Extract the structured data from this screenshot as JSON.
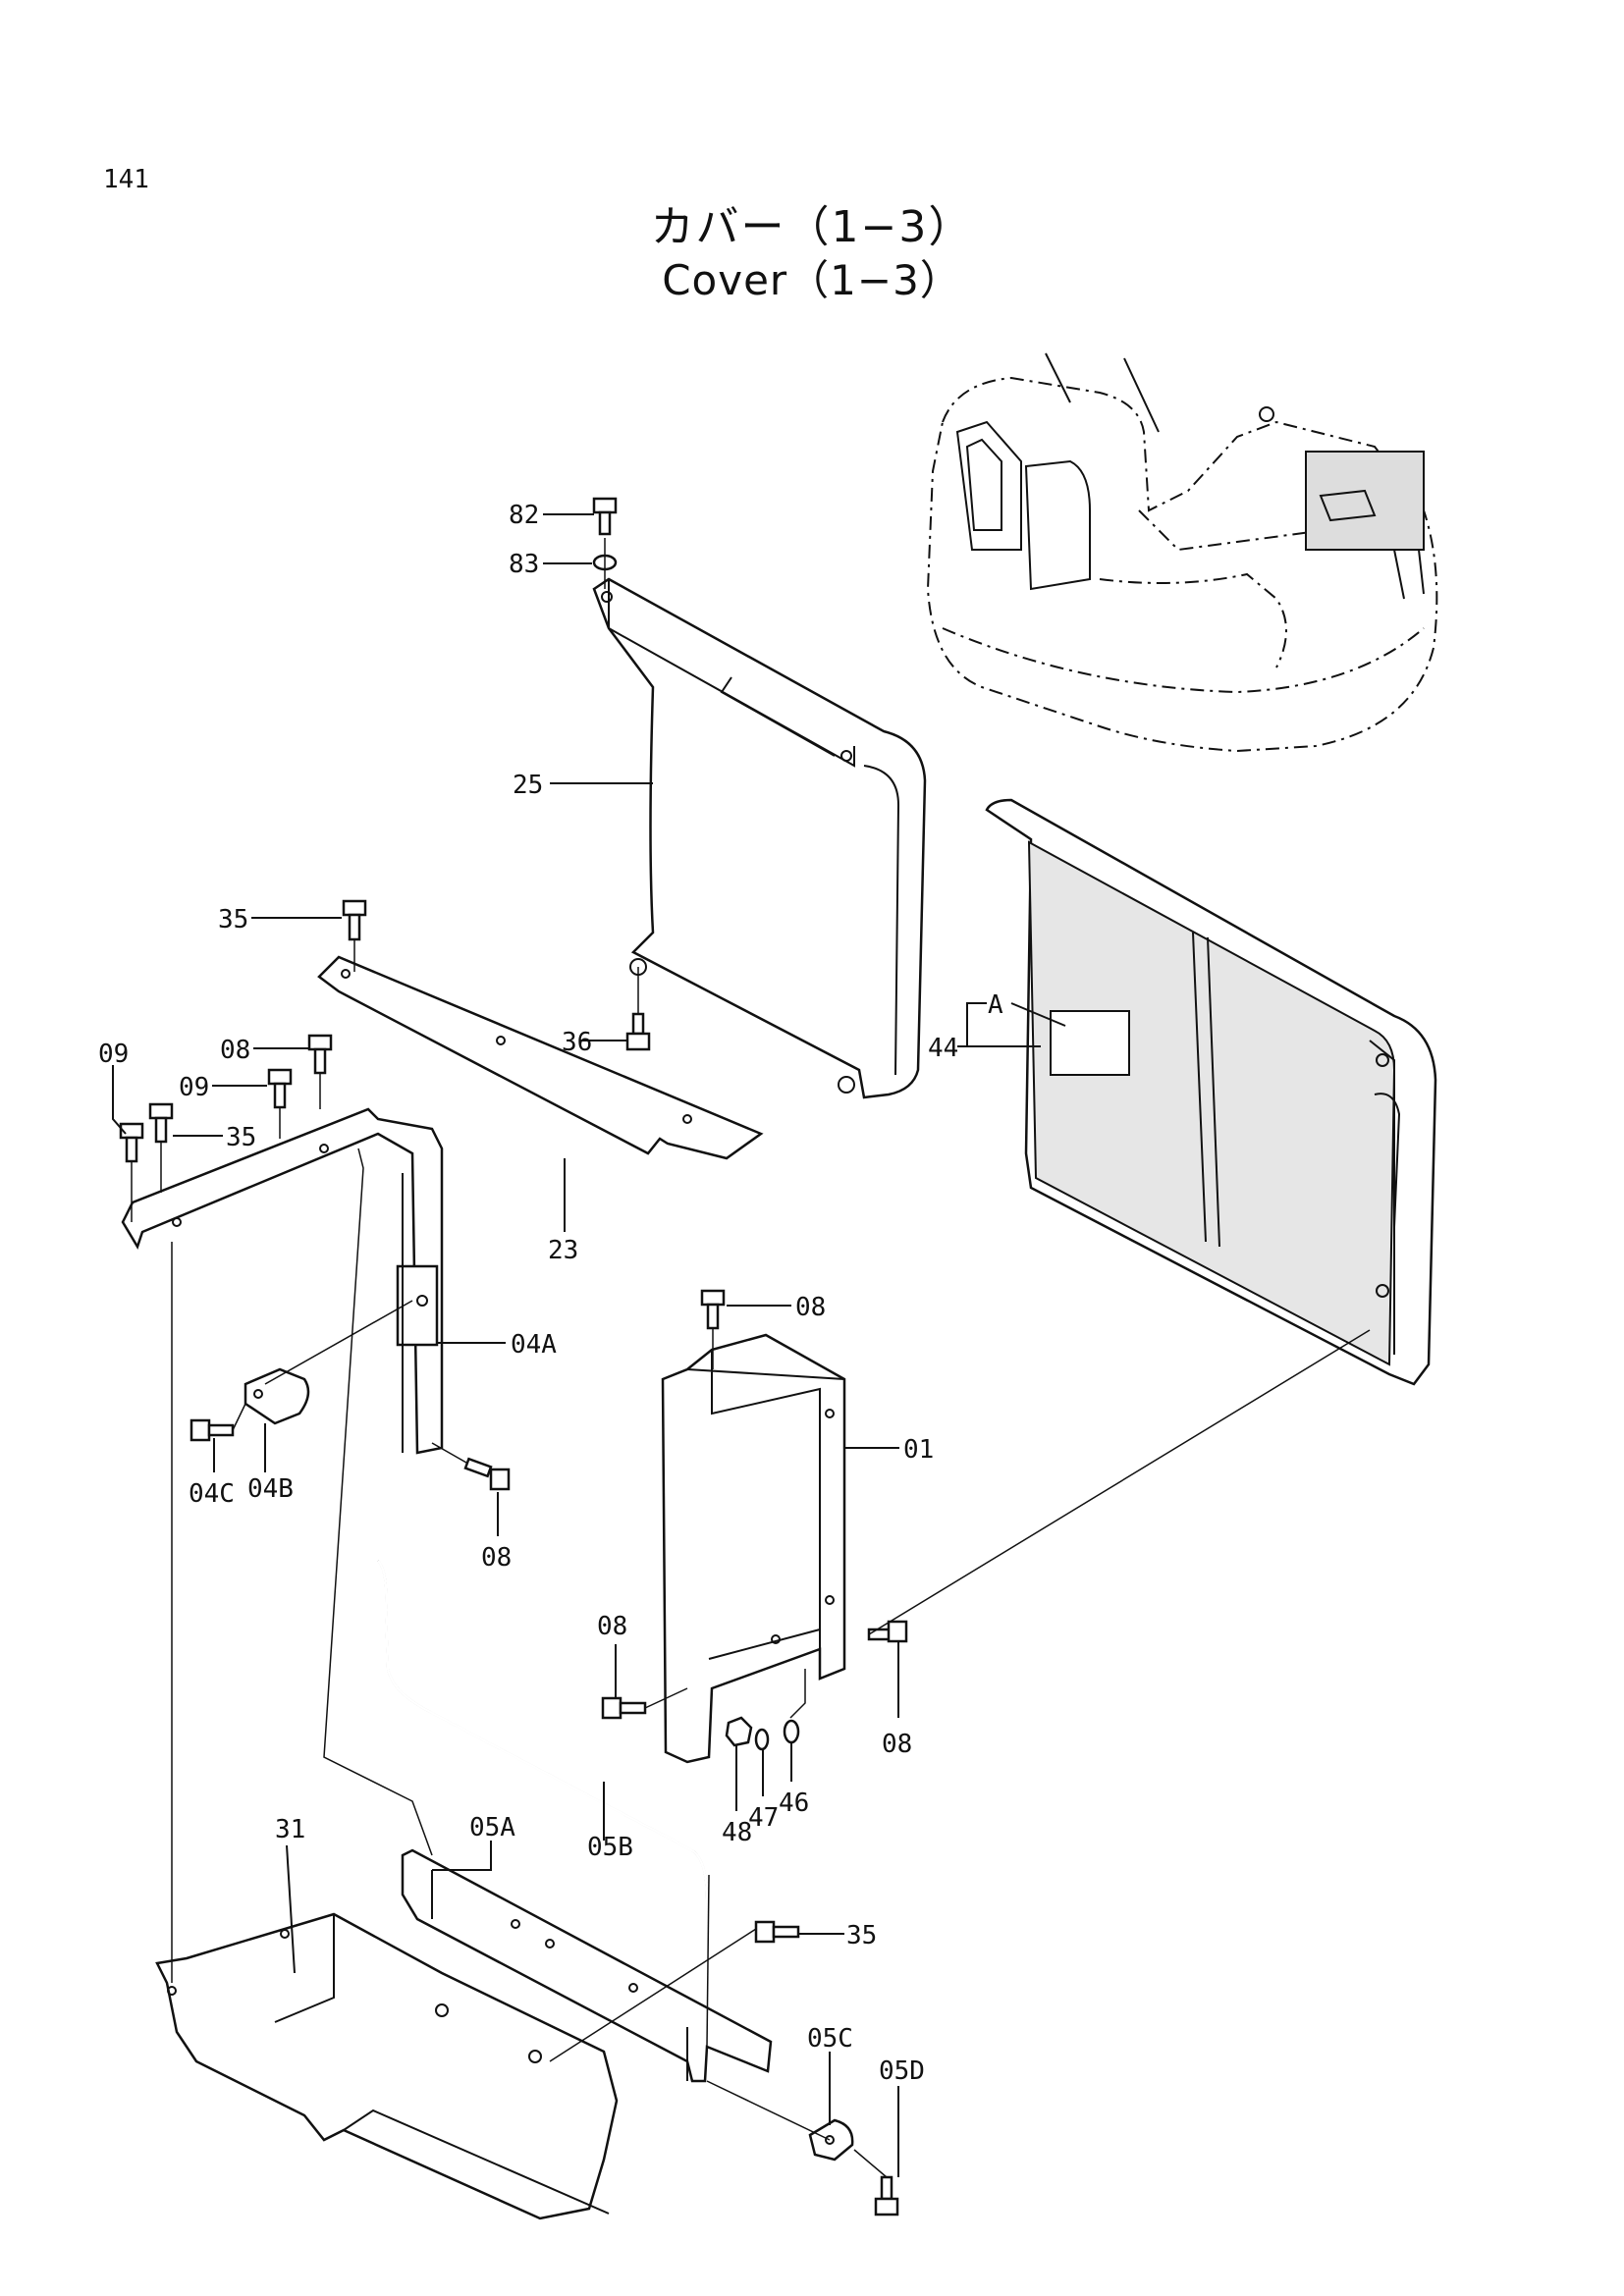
{
  "page": {
    "number": "141",
    "title_jp": "カバー（1−3）",
    "title_en": "Cover（1−3）"
  },
  "callouts": {
    "c82": "82",
    "c83": "83",
    "c25": "25",
    "c35a": "35",
    "c36": "36",
    "c09a": "09",
    "c08a": "08",
    "c09b": "09",
    "c35b": "35",
    "c23": "23",
    "cA": "A",
    "c44": "44",
    "c08b": "08",
    "c04A": "04A",
    "c01": "01",
    "c04C": "04C",
    "c04B": "04B",
    "c08c": "08",
    "c08d": "08",
    "c08e": "08",
    "c48": "48",
    "c47": "47",
    "c46": "46",
    "c31": "31",
    "c05A": "05A",
    "c05B": "05B",
    "c35c": "35",
    "c05C": "05C",
    "c05D": "05D"
  }
}
